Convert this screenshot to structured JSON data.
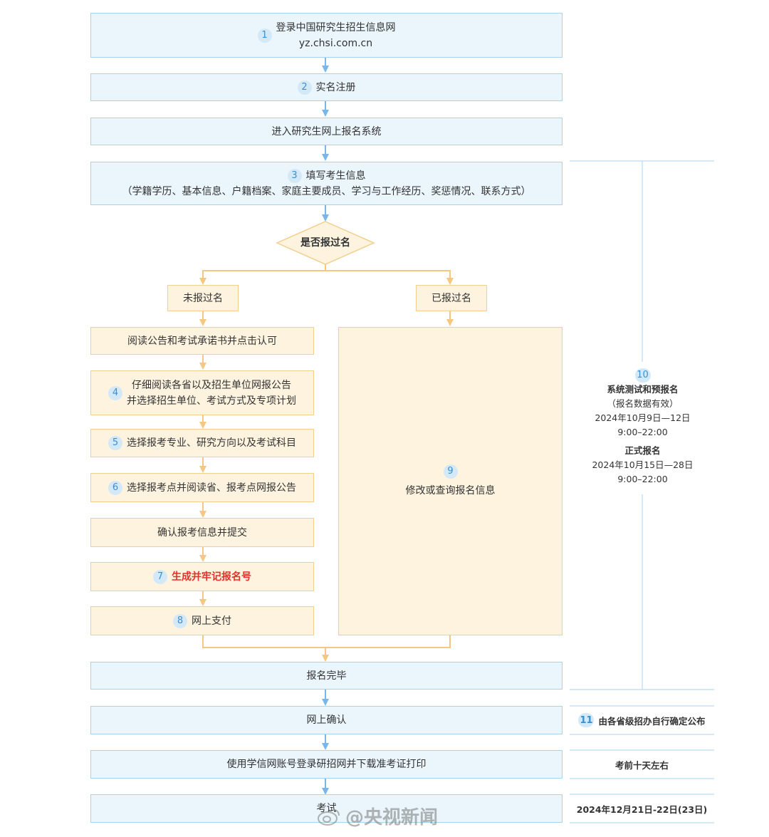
{
  "main_flow": {
    "s1": {
      "num": "1",
      "line1": "登录中国研究生招生信息网",
      "line2": "yz.chsi.com.cn"
    },
    "s2": {
      "num": "2",
      "label": "实名注册"
    },
    "enter": {
      "label": "进入研究生网上报名系统"
    },
    "s3": {
      "num": "3",
      "line1": "填写考生信息",
      "line2": "（学籍学历、基本信息、户籍档案、家庭主要成员、学习与工作经历、奖惩情况、联系方式）"
    },
    "decision": {
      "label": "是否报过名"
    }
  },
  "left_branch": {
    "label": "未报过名",
    "read": "阅读公告和考试承诺书并点击认可",
    "s4": {
      "num": "4",
      "line1": "仔细阅读各省以及招生单位网报公告",
      "line2": "并选择招生单位、考试方式及专项计划"
    },
    "s5": {
      "num": "5",
      "label": "选择报考专业、研究方向以及考试科目"
    },
    "s6": {
      "num": "6",
      "label": "选择报考点并阅读省、报考点网报公告"
    },
    "confirm": "确认报考信息并提交",
    "s7": {
      "num": "7",
      "label": "生成并牢记报名号"
    },
    "s8": {
      "num": "8",
      "label": "网上支付"
    }
  },
  "right_branch": {
    "label": "已报过名",
    "s9": {
      "num": "9",
      "label": "修改或查询报名信息"
    }
  },
  "bottom_flow": {
    "done": "报名完毕",
    "online_confirm": "网上确认",
    "print": "使用学信网账号登录研招网并下载准考证打印",
    "exam": "考试"
  },
  "side": {
    "s10": {
      "num": "10",
      "title": "系统测试和预报名",
      "note": "（报名数据有效）",
      "dates1": "2024年10月9日—12日",
      "time1": "9:00–22:00",
      "title2": "正式报名",
      "dates2": "2024年10月15日—28日",
      "time2": "9:00–22:00"
    },
    "s11": {
      "num": "11",
      "label": "由各省级招办自行确定公布"
    },
    "print_time": "考前十天左右",
    "exam_date": "2024年12月21日-22日(23日)"
  },
  "watermark": "@央视新闻",
  "colors": {
    "blue_fill": "#eaf5fc",
    "blue_border": "#a8d4f0",
    "blue_arrow": "#7ab6e8",
    "orange_fill": "#fdf3df",
    "orange_border": "#f2cf8e",
    "orange_arrow": "#f6c780",
    "highlight": "#e8302a",
    "number_badge": "#3a8fd0"
  }
}
